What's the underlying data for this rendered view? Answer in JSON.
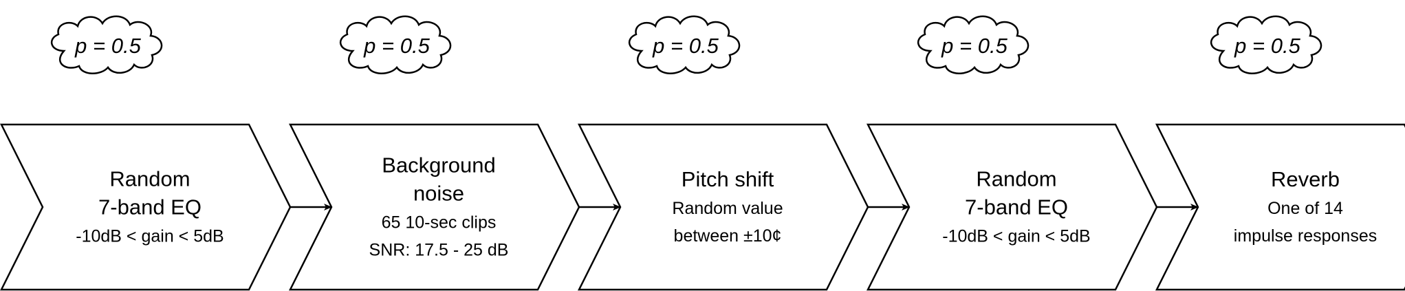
{
  "stages": [
    {
      "probability": "p = 0.5",
      "title_lines": [
        "Random",
        "7-band EQ"
      ],
      "detail_lines": [
        "-10dB < gain < 5dB"
      ]
    },
    {
      "probability": "p = 0.5",
      "title_lines": [
        "Background",
        "noise"
      ],
      "detail_lines": [
        "65 10-sec clips",
        "SNR: 17.5 - 25 dB"
      ]
    },
    {
      "probability": "p = 0.5",
      "title_lines": [
        "Pitch shift"
      ],
      "detail_lines": [
        "Random value",
        "between ±10¢"
      ]
    },
    {
      "probability": "p = 0.5",
      "title_lines": [
        "Random",
        "7-band EQ"
      ],
      "detail_lines": [
        "-10dB < gain < 5dB"
      ]
    },
    {
      "probability": "p = 0.5",
      "title_lines": [
        "Reverb"
      ],
      "detail_lines": [
        "One of 14",
        "impulse responses"
      ]
    }
  ],
  "colors": {
    "stroke": "#000000",
    "fill": "#ffffff",
    "text": "#000000"
  }
}
